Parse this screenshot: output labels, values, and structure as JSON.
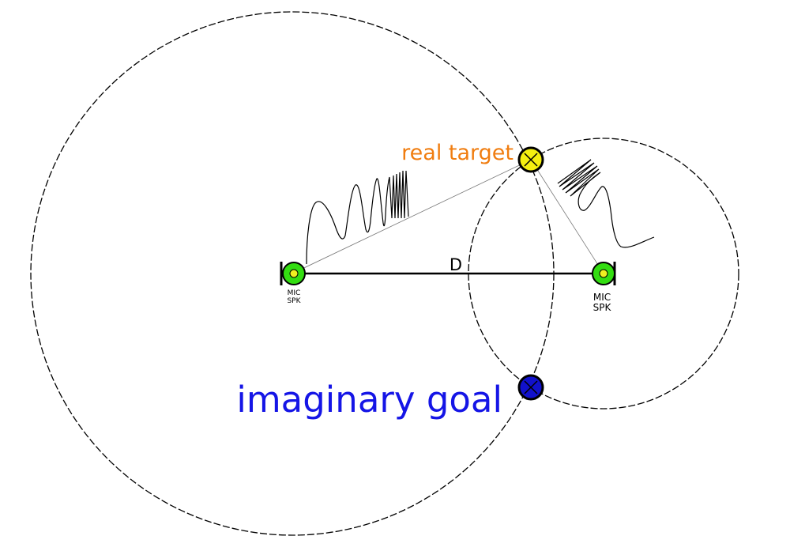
{
  "labels": {
    "real_target": "real target",
    "imaginary_goal": "imaginary goal",
    "baseline": "D",
    "left_mic": "MIC",
    "left_spk": "SPK",
    "right_mic": "MIC",
    "right_spk": "SPK"
  },
  "colors": {
    "real_target_text": "#f07d10",
    "imaginary_goal_text": "#1515e6",
    "sensor_outer": "#33dd11",
    "sensor_inner": "#f0f020",
    "real_target_marker": "#f5f010",
    "imaginary_goal_marker": "#1111cc",
    "stroke": "#000000"
  }
}
